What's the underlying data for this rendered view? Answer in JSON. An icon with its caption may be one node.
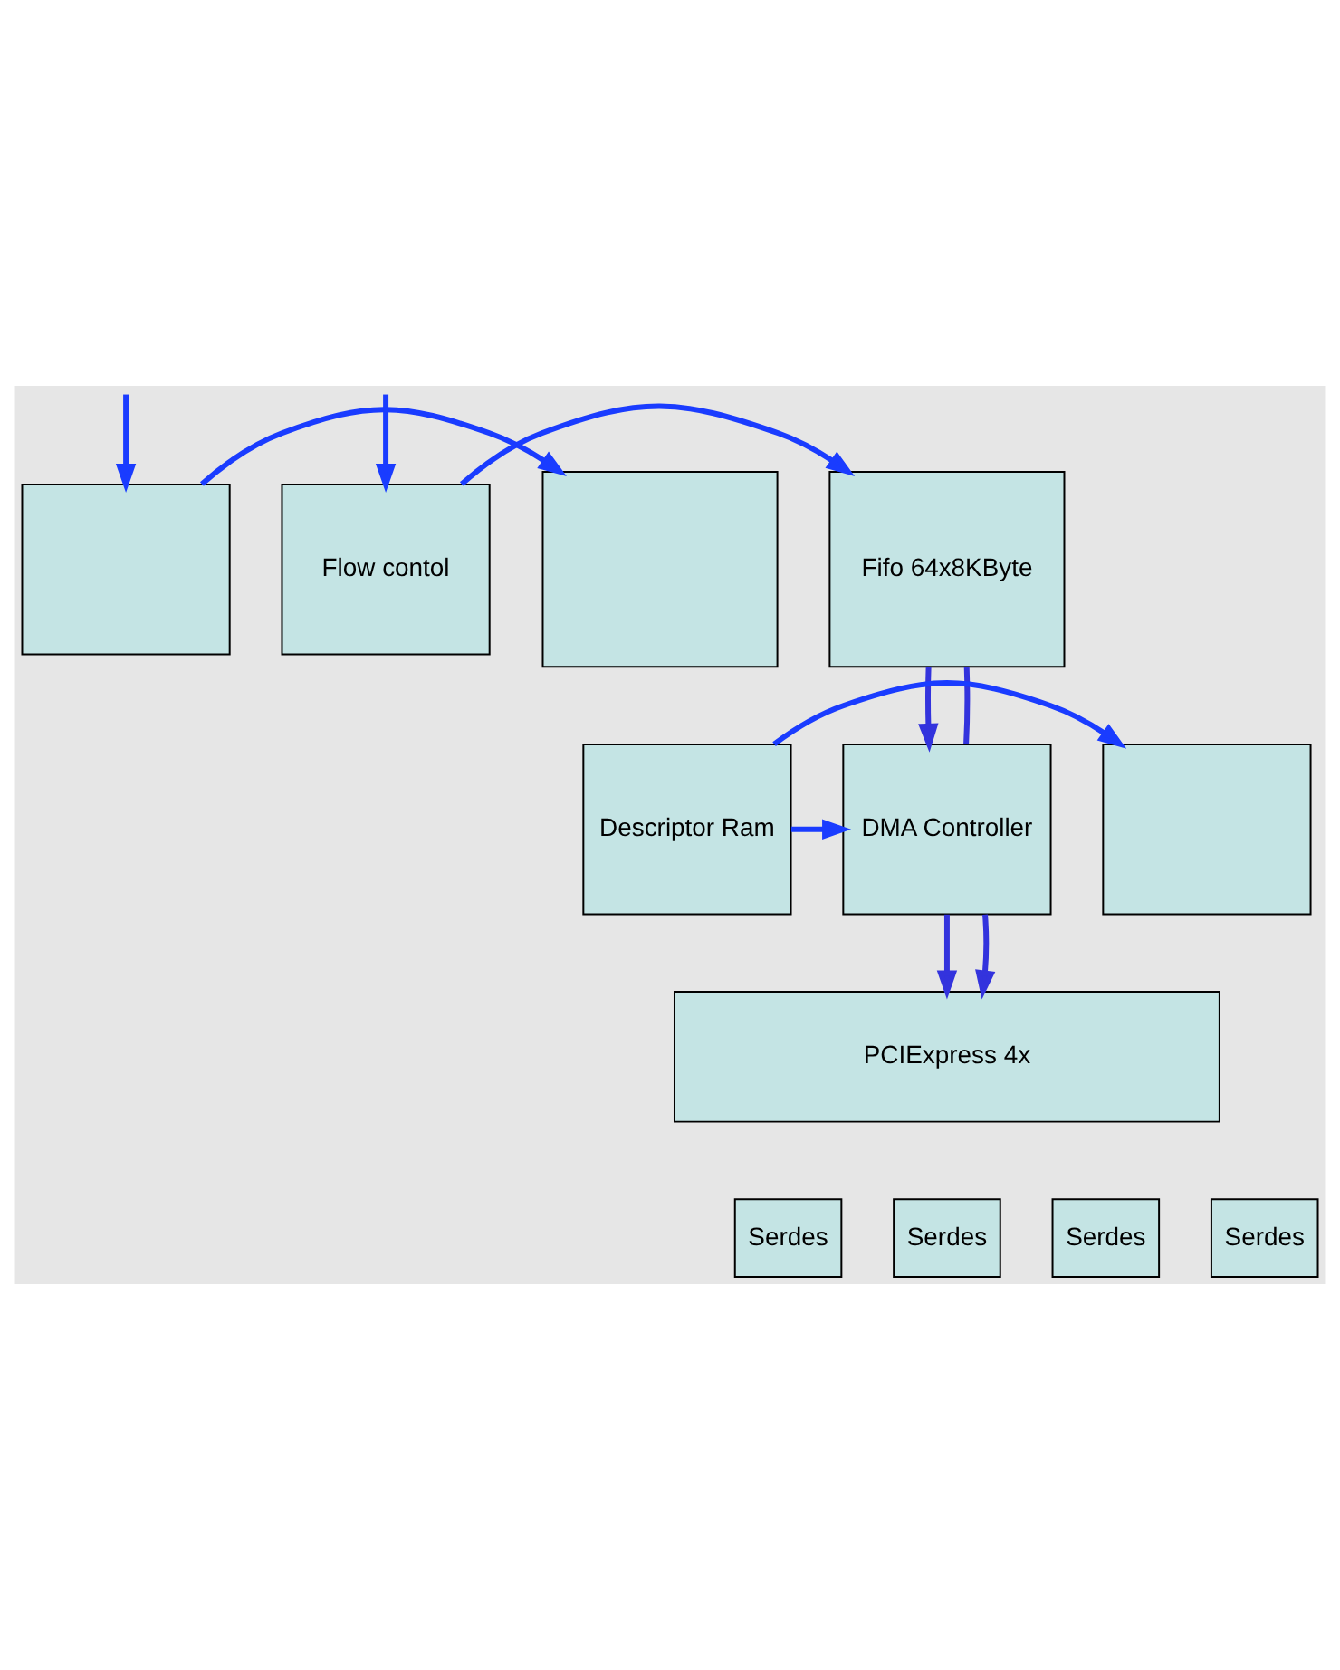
{
  "diagram": {
    "nodes": [
      {
        "text": [],
        "shape": "box"
      },
      {
        "text": [
          "Flow contol"
        ]
      },
      {
        "text": [],
        "shape": "box"
      },
      {
        "text": [
          "Fifo 64x8KByte"
        ]
      },
      {
        "text": [],
        "shape": "box"
      },
      {
        "text": [
          "DMA Controller"
        ]
      },
      {
        "text": [
          "Descriptor Ram"
        ]
      },
      {
        "text": [
          "PCIExpress 4x"
        ]
      },
      {
        "text": [
          "Serdes"
        ]
      },
      {
        "text": [
          "Serdes"
        ]
      },
      {
        "text": [
          "Serdes"
        ]
      },
      {
        "text": [
          "Serdes"
        ]
      }
    ],
    "edges": [
      {
        "from": null,
        "to": 0,
        "arrow": "to"
      },
      {
        "from": null,
        "to": 1,
        "arrow": "to"
      },
      {
        "from": 0,
        "to": 2,
        "arrow": "to"
      },
      {
        "from": 1,
        "to": 3,
        "arrow": "to"
      },
      {
        "from": 6,
        "to": 4,
        "arrow": "to"
      },
      {
        "from": 6,
        "to": 5,
        "arrow": "to"
      },
      {
        "from": 5,
        "to": 3,
        "arrow": "none",
        "color": "#3333dd"
      },
      {
        "from": 3,
        "to": 5,
        "arrow": "to",
        "color": "#3333dd"
      },
      {
        "from": 5,
        "to": 7,
        "arrow": "to",
        "color": "#3333dd"
      },
      {
        "from": 5,
        "to": 7,
        "arrow": "to",
        "color": "#3333dd"
      }
    ]
  }
}
